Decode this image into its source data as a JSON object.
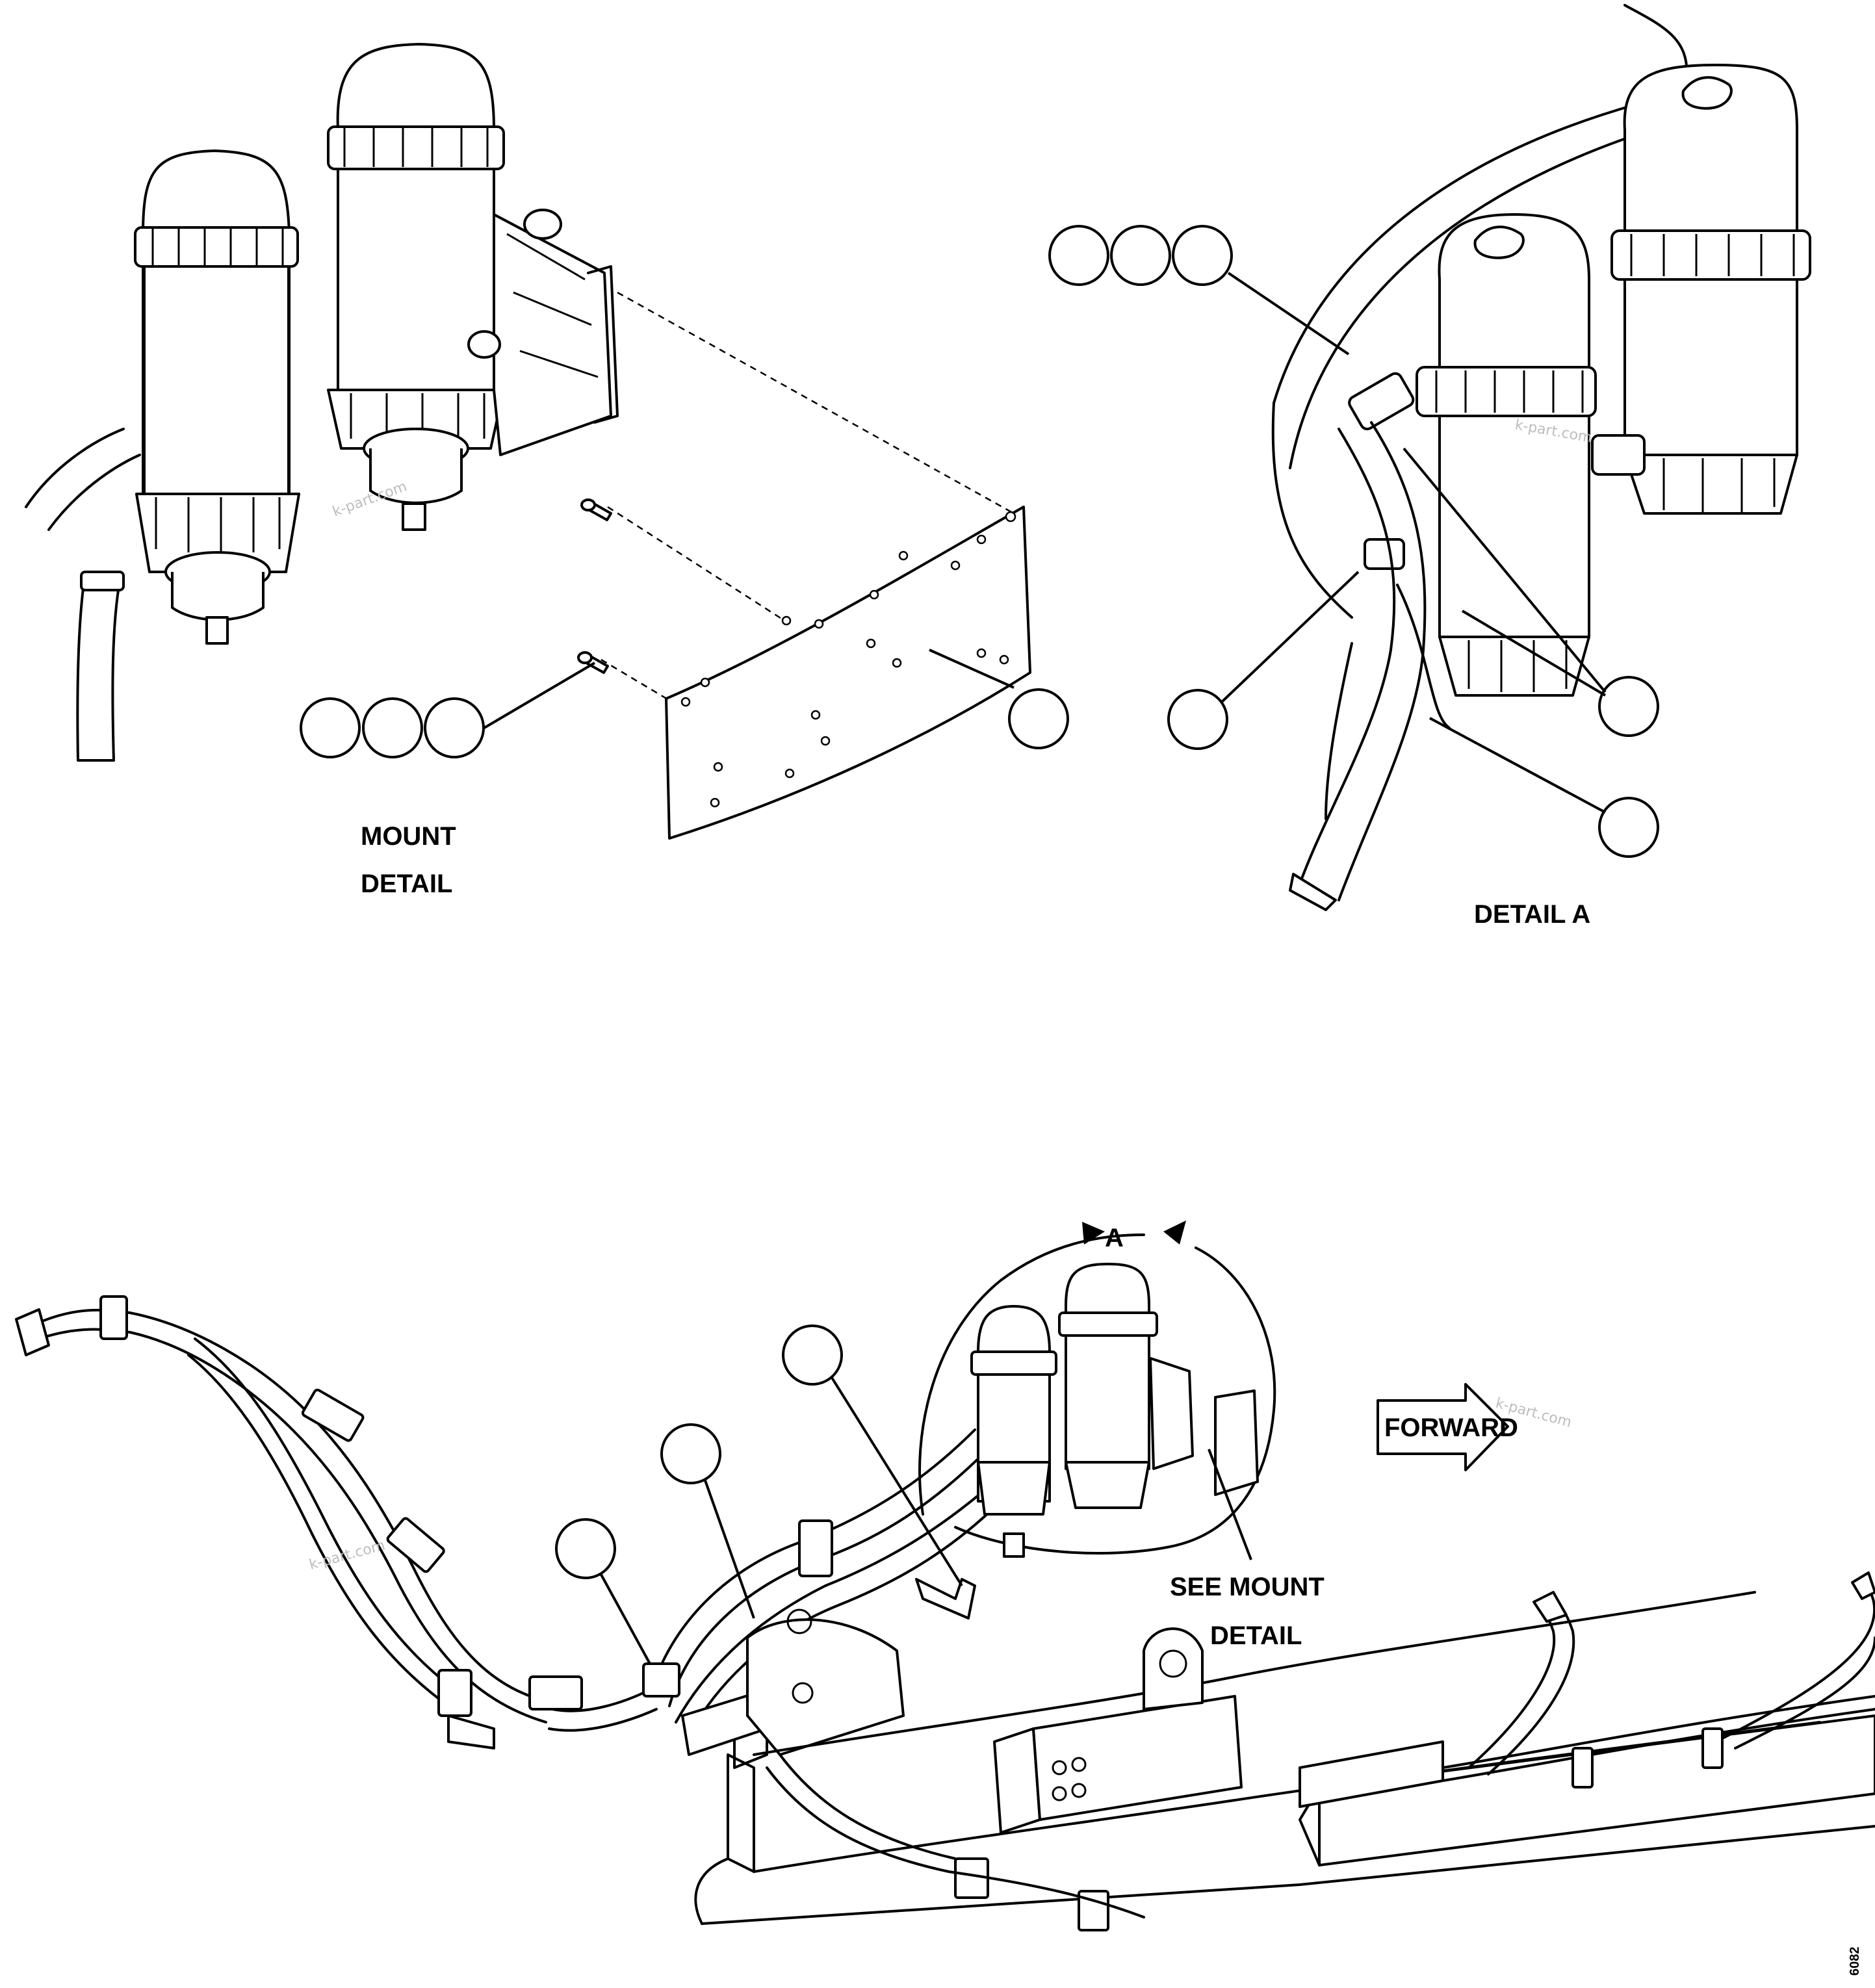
{
  "labels": {
    "mount_detail_line1": "MOUNT",
    "mount_detail_line2": "DETAIL",
    "detail_a": "DETAIL A",
    "view_marker": "A",
    "see_mount_line1": "SEE MOUNT",
    "see_mount_line2": "DETAIL",
    "forward": "FORWARD",
    "figure_number": "6082"
  },
  "watermark": "k-part.com",
  "colors": {
    "ink": "#000000",
    "paper": "#ffffff",
    "watermark": "#bdbdbd"
  }
}
